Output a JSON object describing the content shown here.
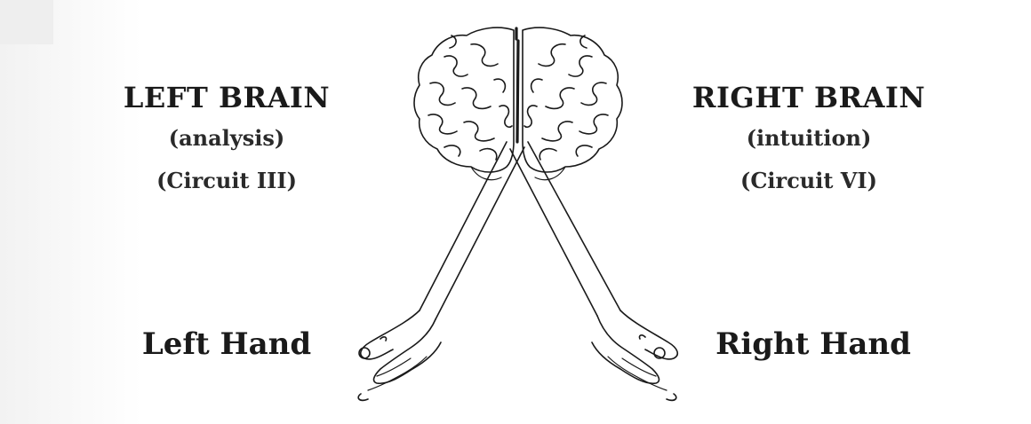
{
  "left_brain": {
    "title": "LEFT BRAIN",
    "function": "(analysis)",
    "circuit": "(Circuit III)"
  },
  "right_brain": {
    "title": "RIGHT BRAIN",
    "function": "(intuition)",
    "circuit": "(Circuit VI)"
  },
  "left_hand_label": "Left Hand",
  "right_hand_label": "Right Hand",
  "colors": {
    "ink": "#1a1a1a",
    "background": "#ffffff"
  },
  "icons": [
    "brain-icon",
    "left-arm-icon",
    "right-arm-icon"
  ]
}
